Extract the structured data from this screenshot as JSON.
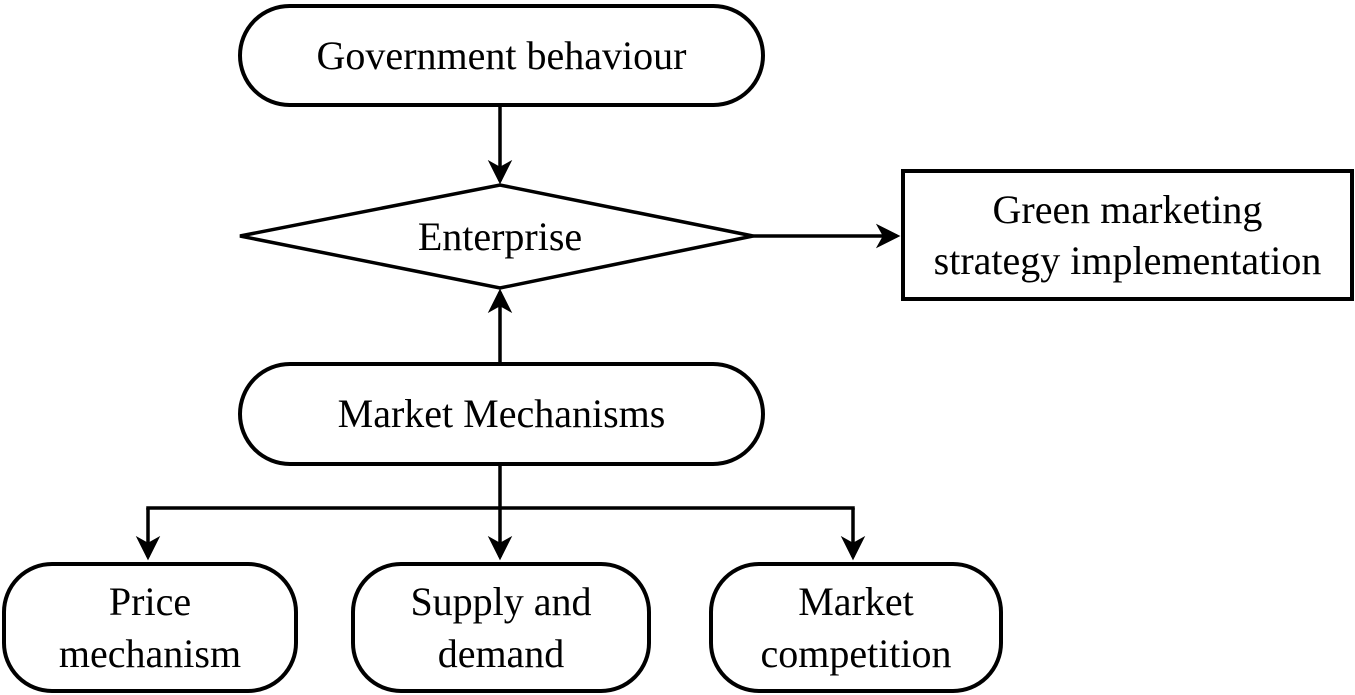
{
  "colors": {
    "stroke": "#000000",
    "node_fill": "#ffffff",
    "text": "#000000",
    "background": "#ffffff"
  },
  "nodes": {
    "government": {
      "label": "Government behaviour",
      "shape": "stadium"
    },
    "enterprise": {
      "label": "Enterprise",
      "shape": "diamond"
    },
    "green_marketing": {
      "line1": "Green marketing",
      "line2": "strategy implementation",
      "shape": "rectangle"
    },
    "market_mechanisms": {
      "label": "Market Mechanisms",
      "shape": "stadium"
    },
    "price_mechanism": {
      "line1": "Price",
      "line2": "mechanism",
      "shape": "stadium"
    },
    "supply_demand": {
      "line1": "Supply and",
      "line2": "demand",
      "shape": "stadium"
    },
    "market_competition": {
      "line1": "Market",
      "line2": "competition",
      "shape": "stadium"
    }
  },
  "edges": [
    {
      "from": "Government behaviour",
      "to": "Enterprise",
      "style": "arrow-down"
    },
    {
      "from": "Enterprise",
      "to": "Green marketing strategy implementation",
      "style": "arrow-right"
    },
    {
      "from": "Market Mechanisms",
      "to": "Enterprise",
      "style": "arrow-up"
    },
    {
      "from": "Market Mechanisms",
      "to": "Price mechanism",
      "style": "arrow-down-branch"
    },
    {
      "from": "Market Mechanisms",
      "to": "Supply and demand",
      "style": "arrow-down-branch"
    },
    {
      "from": "Market Mechanisms",
      "to": "Market competition",
      "style": "arrow-down-branch"
    }
  ]
}
